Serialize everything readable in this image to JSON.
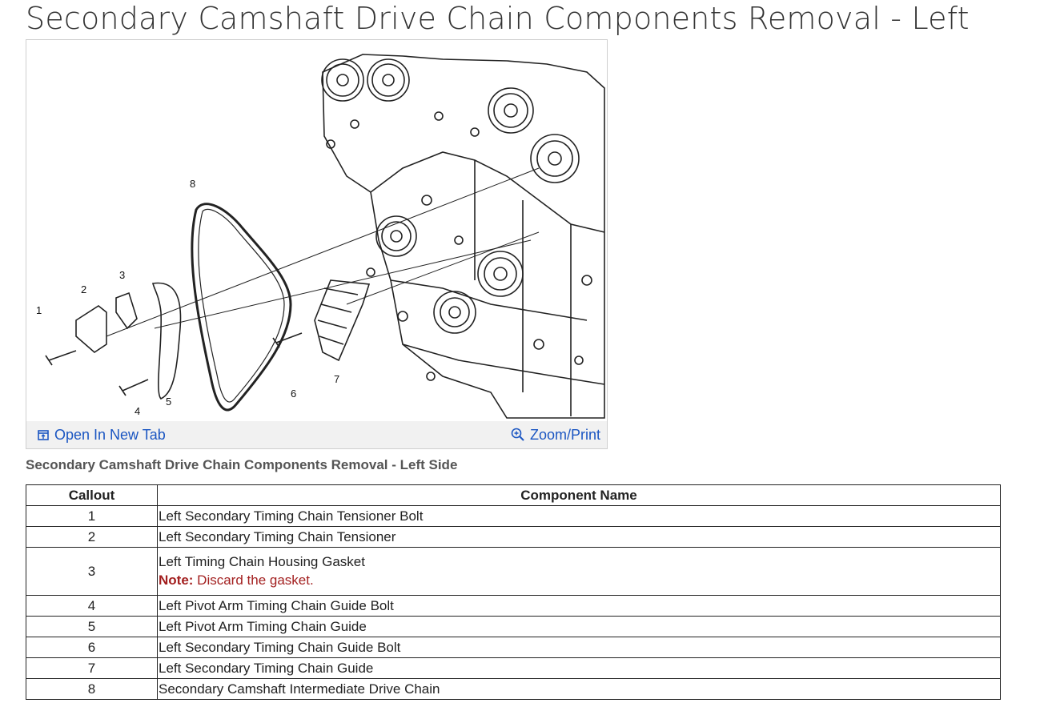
{
  "page": {
    "title": "Secondary Camshaft Drive Chain Components Removal - Left Side"
  },
  "figure": {
    "callouts": [
      "1",
      "2",
      "3",
      "4",
      "5",
      "6",
      "7",
      "8"
    ],
    "open_new_tab_label": "Open In New Tab",
    "zoom_print_label": "Zoom/Print",
    "caption": "Secondary Camshaft Drive Chain Components Removal - Left Side",
    "link_color": "#1b56c2",
    "open_icon": "open-in-new-tab-icon",
    "zoom_icon": "zoom-in-icon"
  },
  "table": {
    "headers": [
      "Callout",
      "Component Name"
    ],
    "rows": [
      {
        "callout": "1",
        "name": "Left Secondary Timing Chain Tensioner Bolt"
      },
      {
        "callout": "2",
        "name": "Left Secondary Timing Chain Tensioner"
      },
      {
        "callout": "3",
        "name": "Left Timing Chain Housing Gasket",
        "note_label": "Note:",
        "note_text": " Discard the gasket."
      },
      {
        "callout": "4",
        "name": "Left Pivot Arm Timing Chain Guide Bolt"
      },
      {
        "callout": "5",
        "name": "Left Pivot Arm Timing Chain Guide"
      },
      {
        "callout": "6",
        "name": "Left Secondary Timing Chain Guide Bolt"
      },
      {
        "callout": "7",
        "name": "Left Secondary Timing Chain Guide"
      },
      {
        "callout": "8",
        "name": "Secondary Camshaft Intermediate Drive Chain"
      }
    ],
    "note_color": "#a32020"
  }
}
